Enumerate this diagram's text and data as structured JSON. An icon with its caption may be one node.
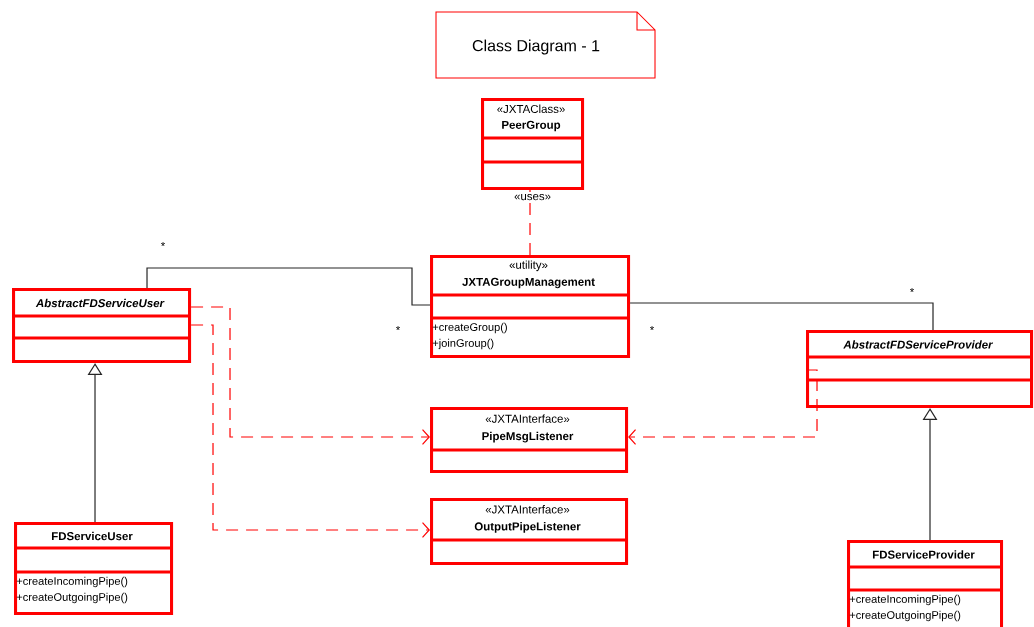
{
  "diagram": {
    "nodes": [
      {
        "text": [
          "Class Diagram - 1"
        ]
      },
      {
        "text": [
          "«JXTAClass»",
          "PeerGroup"
        ]
      },
      {
        "text": [
          "«utility»",
          "JXTAGroupManagement",
          "+createGroup()",
          "+joinGroup()"
        ]
      },
      {
        "text": [
          "AbstractFDServiceUser"
        ]
      },
      {
        "text": [
          "AbstractFDServiceProvider"
        ]
      },
      {
        "text": [
          "«JXTAInterface»",
          "PipeMsgListener"
        ]
      },
      {
        "text": [
          "«JXTAInterface»",
          "OutputPipeListener"
        ]
      },
      {
        "text": [
          "FDServiceUser",
          "+createIncomingPipe()",
          "+createOutgoingPipe()"
        ]
      },
      {
        "text": [
          "FDServiceProvider",
          "+createIncomingPipe()",
          "+createOutgoingPipe()"
        ]
      }
    ],
    "edges": [
      {
        "from": 2,
        "to": 1,
        "arrow": "none",
        "label": "«uses»",
        "style": "dashed",
        "color": "#ff0000"
      },
      {
        "from": 3,
        "to": 2,
        "arrow": "none",
        "color": "#262626"
      },
      {
        "from": 2,
        "to": 4,
        "arrow": "none",
        "color": "#262626"
      },
      {
        "from": 7,
        "to": 3,
        "arrow": "to",
        "color": "#262626"
      },
      {
        "from": 8,
        "to": 4,
        "arrow": "to",
        "color": "#262626"
      },
      {
        "from": 3,
        "to": 5,
        "arrow": "to",
        "style": "dashed",
        "color": "#ff0000"
      },
      {
        "from": 3,
        "to": 6,
        "arrow": "to",
        "style": "dashed",
        "color": "#ff0000"
      },
      {
        "from": 4,
        "to": 5,
        "arrow": "to",
        "style": "dashed",
        "color": "#ff0000"
      }
    ],
    "labels": [
      "*",
      "*",
      "*",
      "*"
    ]
  }
}
